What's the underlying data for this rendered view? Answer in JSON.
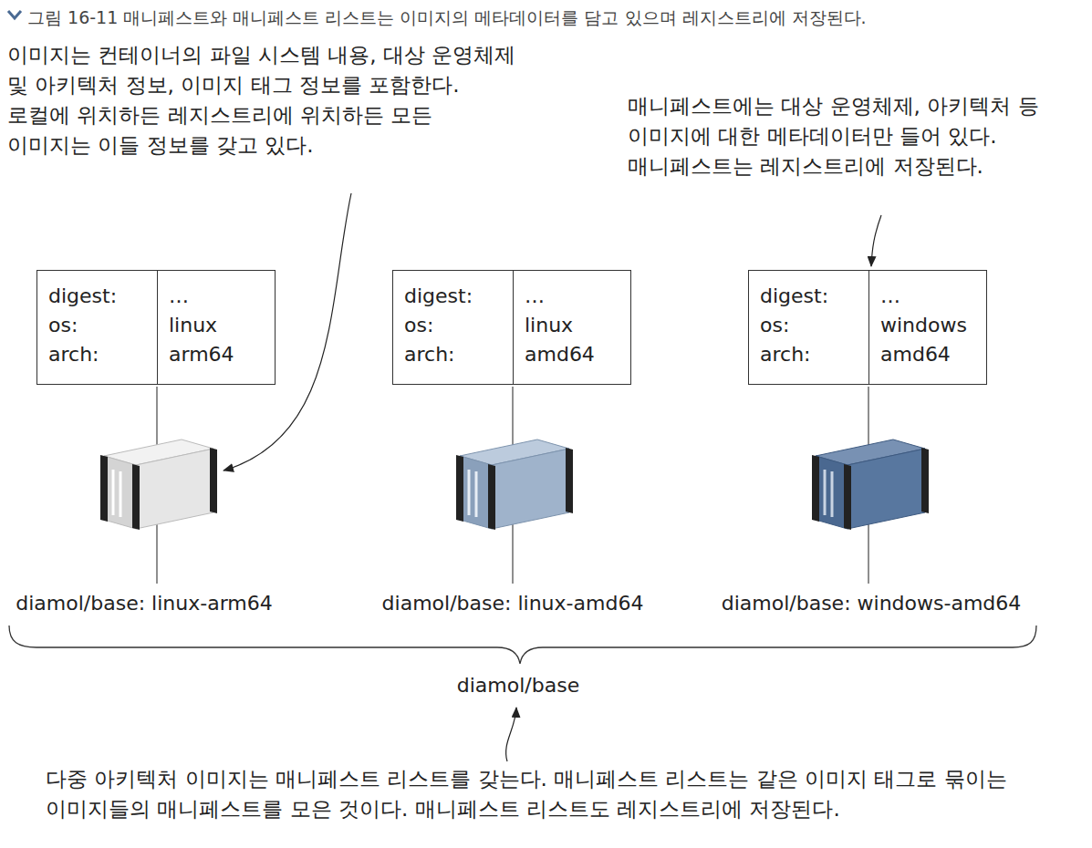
{
  "diagram": {
    "title": "그림 16-11 매니페스트와 매니페스트 리스트는 이미지의 메타데이터를 담고 있으며 레지스트리에 저장된다.",
    "nodes": [
      {
        "text": [
          "digest:",
          "…",
          "os:",
          "linux",
          "arch:",
          "arm64"
        ]
      },
      {
        "text": [
          "digest:",
          "…",
          "os:",
          "linux",
          "arch:",
          "amd64"
        ]
      },
      {
        "text": [
          "digest:",
          "…",
          "os:",
          "windows",
          "arch:",
          "amd64"
        ]
      }
    ],
    "labels": [
      "이미지는 컨테이너의 파일 시스템 내용, 대상 운영체제 및 아키텍처 정보, 이미지 태그 정보를 포함한다. 로컬에 위치하든 레지스트리에 위치하든 모든 이미지는 이들 정보를 갖고 있다.",
      "매니페스트에는 대상 운영체제, 아키텍처 등 이미지에 대한 메타데이터만 들어 있다. 매니페스트는 레지스트리에 저장된다.",
      "diamol/base: linux-arm64",
      "diamol/base: linux-amd64",
      "diamol/base: windows-amd64",
      "diamol/base",
      "다중 아키텍처 이미지는 매니페스트 리스트를 갖는다. 매니페스트 리스트는 같은 이미지 태그로 묶이는 이미지들의 매니페스트를 모은 것이다. 매니페스트 리스트도 레지스트리에 저장된다."
    ]
  }
}
